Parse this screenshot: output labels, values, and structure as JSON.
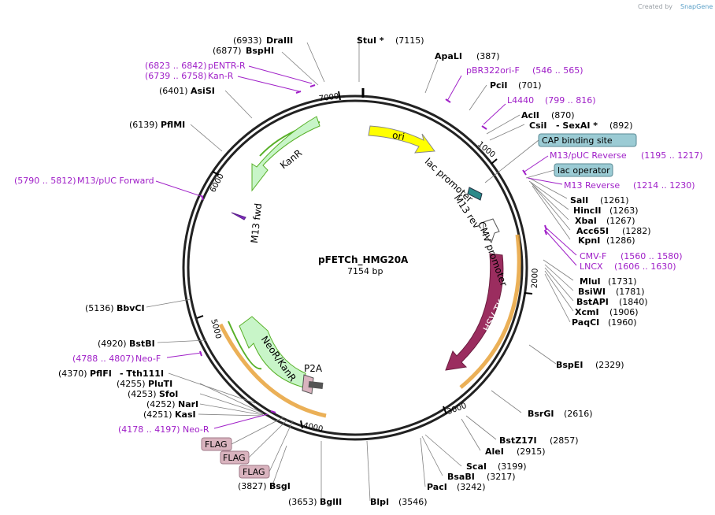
{
  "credit": {
    "prefix": "Created by",
    "brand": "SnapGene"
  },
  "plasmid": {
    "name": "pFETCh_HMG20A",
    "size": "7154 bp"
  },
  "ticks": [
    "1000",
    "2000",
    "3000",
    "4000",
    "5000",
    "6000",
    "7000"
  ],
  "features": {
    "ori": "ori",
    "kanr": "KanR",
    "hsv_tk": "HSV TK",
    "neo_kanr": "NeoR/KanR",
    "p2a": "P2A",
    "lac_promoter": "lac promoter",
    "m13_rev": "M13 rev",
    "cmv_promoter": "CMV promoter",
    "m13_fwd": "M13 fwd",
    "cap_site": "CAP binding site",
    "lac_operator": "lac operator",
    "flag1": "FLAG",
    "flag2": "FLAG",
    "flag3": "FLAG"
  },
  "sites": {
    "stui": {
      "name": "StuI *",
      "pos": "(7115)"
    },
    "apali": {
      "name": "ApaLI",
      "pos": "(387)"
    },
    "pcii": {
      "name": "PciI",
      "pos": "(701)"
    },
    "acli": {
      "name": "AclI",
      "pos": "(870)"
    },
    "csii": {
      "name": "CsiI",
      "extra": "- SexAI *",
      "pos": "(892)"
    },
    "sali": {
      "name": "SalI",
      "pos": "(1261)"
    },
    "hincii": {
      "name": "HincII",
      "pos": "(1263)"
    },
    "xbai": {
      "name": "XbaI",
      "pos": "(1267)"
    },
    "acc65i": {
      "name": "Acc65I",
      "pos": "(1282)"
    },
    "kpni": {
      "name": "KpnI",
      "pos": "(1286)"
    },
    "mlui": {
      "name": "MluI",
      "pos": "(1731)"
    },
    "bsiwi": {
      "name": "BsiWI",
      "pos": "(1781)"
    },
    "bstapi": {
      "name": "BstAPI",
      "pos": "(1840)"
    },
    "xcmi": {
      "name": "XcmI",
      "pos": "(1906)"
    },
    "paqci": {
      "name": "PaqCI",
      "pos": "(1960)"
    },
    "bspei": {
      "name": "BspEI",
      "pos": "(2329)"
    },
    "bsrgi": {
      "name": "BsrGI",
      "pos": "(2616)"
    },
    "bstz17i": {
      "name": "BstZ17I",
      "pos": "(2857)"
    },
    "alei": {
      "name": "AleI",
      "pos": "(2915)"
    },
    "scai": {
      "name": "ScaI",
      "pos": "(3199)"
    },
    "bsabi": {
      "name": "BsaBI",
      "pos": "(3217)"
    },
    "paci": {
      "name": "PacI",
      "pos": "(3242)"
    },
    "blpi": {
      "name": "BlpI",
      "pos": "(3546)"
    },
    "bglii": {
      "name": "BglII",
      "pos": "(3653)"
    },
    "bsgi": {
      "name": "BsgI",
      "pos": "(3827)"
    },
    "kasi": {
      "name": "KasI",
      "pos": "(4251)"
    },
    "nari": {
      "name": "NarI",
      "pos": "(4252)"
    },
    "sfoi": {
      "name": "SfoI",
      "pos": "(4253)"
    },
    "pluti": {
      "name": "PluTI",
      "pos": "(4255)"
    },
    "pflfi": {
      "name": "PflFI",
      "extra": "- Tth111I",
      "pos": "(4370)"
    },
    "bstbi": {
      "name": "BstBI",
      "pos": "(4920)"
    },
    "bbvci": {
      "name": "BbvCI",
      "pos": "(5136)"
    },
    "pflmi": {
      "name": "PflMI",
      "pos": "(6139)"
    },
    "asisi": {
      "name": "AsiSI",
      "pos": "(6401)"
    },
    "bsphi": {
      "name": "BspHI",
      "pos": "(6877)"
    },
    "draiii": {
      "name": "DraIII",
      "pos": "(6933)"
    }
  },
  "primers": {
    "pbr322ori_f": {
      "name": "pBR322ori-F",
      "range": "(546 .. 565)"
    },
    "l4440": {
      "name": "L4440",
      "range": "(799 .. 816)"
    },
    "m13puc_rev": {
      "name": "M13/pUC Reverse",
      "range": "(1195 .. 1217)"
    },
    "m13_reverse": {
      "name": "M13 Reverse",
      "range": "(1214 .. 1230)"
    },
    "cmv_f": {
      "name": "CMV-F",
      "range": "(1560 .. 1580)"
    },
    "lncx": {
      "name": "LNCX",
      "range": "(1606 .. 1630)"
    },
    "pentr_r": {
      "name": "pENTR-R",
      "range": "(6823 .. 6842)"
    },
    "kan_r": {
      "name": "Kan-R",
      "range": "(6739 .. 6758)"
    },
    "m13puc_fwd": {
      "name": "M13/pUC Forward",
      "range": "(5790 .. 5812)"
    },
    "neo_f": {
      "name": "Neo-F",
      "range": "(4788 .. 4807)"
    },
    "neo_r": {
      "name": "Neo-R",
      "range": "(4178 .. 4197)"
    }
  },
  "colors": {
    "ori": "#ffff00",
    "kanr": "#c8f5c8",
    "hsv_tk": "#9b2d5f",
    "orf": "#e8a23a",
    "primer": "#a020c8",
    "feature_box": "#9bcbd4",
    "flag": "#d9b3be"
  }
}
